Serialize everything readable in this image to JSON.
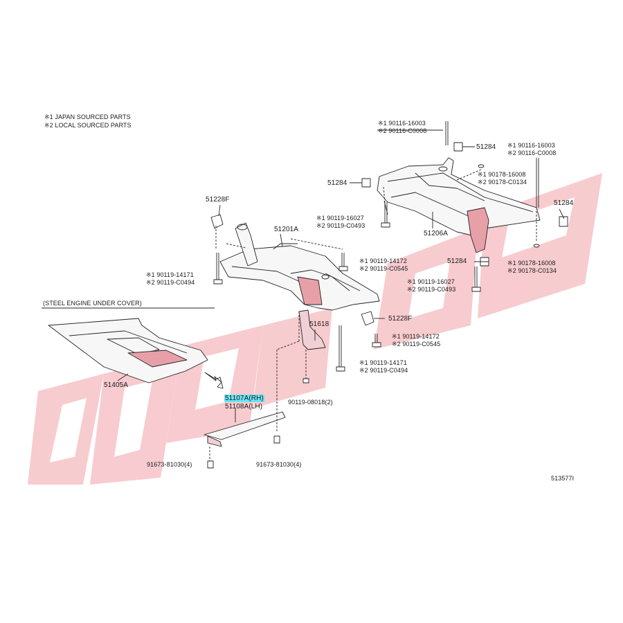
{
  "notes": {
    "japan": "※1 JAPAN SOURCED PARTS",
    "local": "※2 LOCAL SOURCED PARTS"
  },
  "section_label": "(STEEL ENGINE UNDER COVER)",
  "figure_code": "513577I",
  "colors": {
    "watermark": "#f6c3c7",
    "line": "#222222",
    "highlight": "#6fe3f2",
    "part_fill": "#f7f7f7",
    "shade": "#e8a0a8"
  },
  "parts": {
    "bolt_top_1": "※1 90116-16003",
    "bolt_top_2": "※2 90116-C0008",
    "p51284_top": "51284",
    "bolt_tr_1": "※1 90116-16003",
    "bolt_tr_2": "※2 90116-C0008",
    "nut_r_1": "※1 90178-16008",
    "nut_r_2": "※2 90178-C0134",
    "p51284_left": "51284",
    "p51284_right": "51284",
    "p51228f_top": "51228F",
    "p51201a": "51201A",
    "bolt_ml_1": "※1 90119-16027",
    "bolt_ml_2": "※2 90119-C0493",
    "p51206a": "51206A",
    "bolt_l_1": "※1 90119-14171",
    "bolt_l_2": "※2 90119-C0494",
    "bolt_c_1": "※1 90119-14172",
    "bolt_c_2": "※2 90119-C0545",
    "p51284_mid": "51284",
    "nut_br_1": "※1 90178-16008",
    "nut_br_2": "※2 90178-C0134",
    "bolt_mc_1": "※1 90119-16027",
    "bolt_mc_2": "※2 90119-C0493",
    "p51228f_low": "51228F",
    "p51618": "51618",
    "bolt_lc_1": "※1 90119-14172",
    "bolt_lc_2": "※2 90119-C0545",
    "bolt_lb_1": "※1 90119-14171",
    "bolt_lb_2": "※2 90119-C0494",
    "p51405a": "51405A",
    "p51107a": "51107A(RH)",
    "p51108a": "51108A(LH)",
    "bolt_small": "90119-08018(2)",
    "bolt_91673_l": "91673-81030(4)",
    "bolt_91673_r": "91673-81030(4)"
  }
}
